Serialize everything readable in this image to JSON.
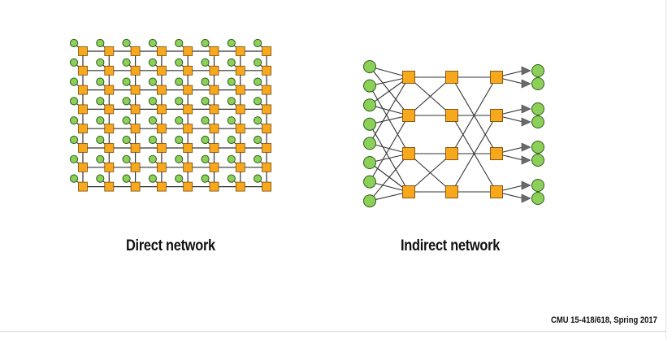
{
  "slide": {
    "footer": "CMU 15-418/618, Spring 2017"
  },
  "direct_network": {
    "caption": "Direct network",
    "rows": 8,
    "cols": 8
  },
  "indirect_network": {
    "caption": "Indirect network",
    "input_nodes": 8,
    "stages": 3,
    "switches_per_stage": 4,
    "output_nodes": 8
  },
  "colors": {
    "node_fill": "#8cd05a",
    "node_stroke": "#2f5e1b",
    "switch_fill": "#f8a81c",
    "switch_stroke": "#7a4a08",
    "link": "#333333",
    "arrow": "#6b6b6b"
  }
}
